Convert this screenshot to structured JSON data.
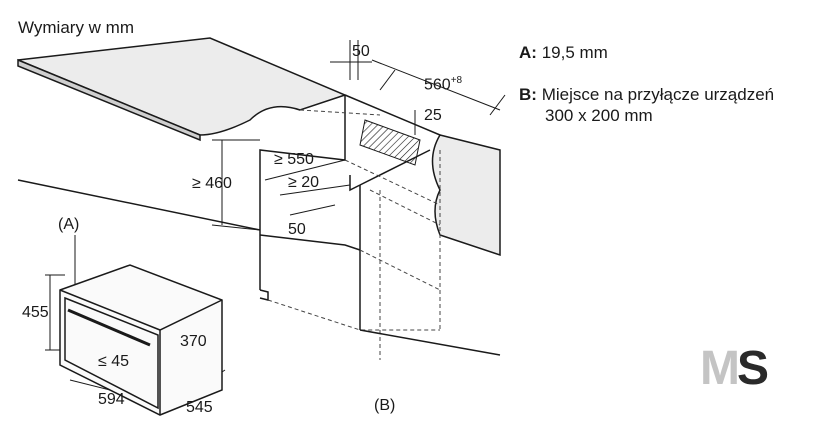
{
  "title": "Wymiary w mm",
  "legend": {
    "a_key": "A:",
    "a_text": "19,5 mm",
    "b_key": "B:",
    "b_text_line1": "Miejsce na przyłącze urządzeń",
    "b_text_line2": "300 x 200 mm"
  },
  "dims": {
    "d50_top": "50",
    "d560": "560",
    "d560_sup": "+8",
    "d25": "25",
    "d550": "≥ 550",
    "d20": "≥ 20",
    "d460": "≥ 460",
    "d50_mid": "50",
    "dA": "(A)",
    "dB": "(B)",
    "d455": "455",
    "d370": "370",
    "d45": "≤ 45",
    "d594": "594",
    "d545": "545"
  },
  "logo": {
    "m": "M",
    "s": "S"
  }
}
